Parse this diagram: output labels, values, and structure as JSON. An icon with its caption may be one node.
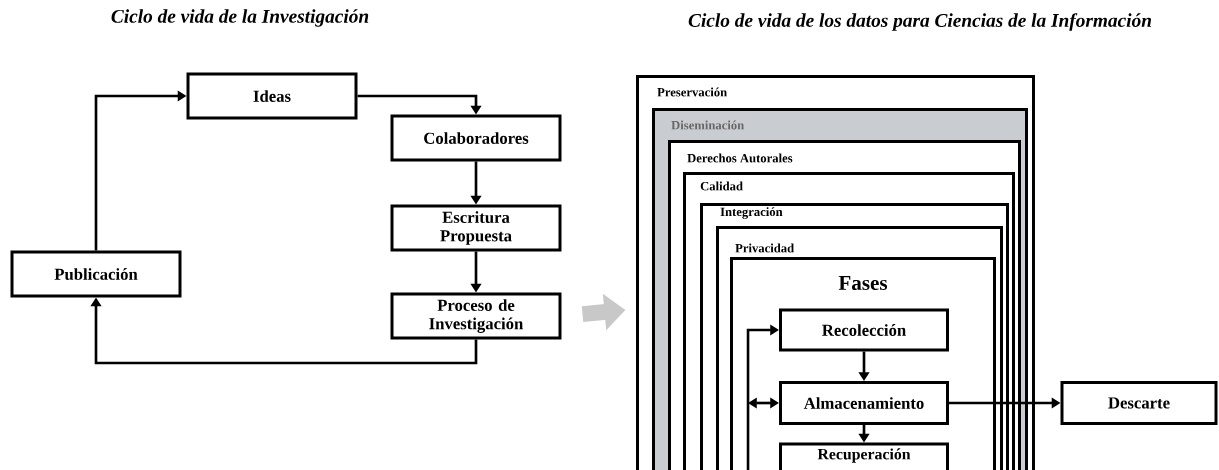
{
  "diagram": {
    "nodes": [
      {
        "text": [
          "Ideas"
        ]
      },
      {
        "text": [
          "Colaboradores"
        ]
      },
      {
        "text": [
          "Escritura Propuesta"
        ]
      },
      {
        "text": [
          "Proceso de Investigación"
        ]
      },
      {
        "text": [
          "Publicación"
        ]
      },
      {
        "text": [
          "Preservación"
        ]
      },
      {
        "text": [
          "Diseminación"
        ],
        "in": 5
      },
      {
        "text": [
          "Derechos Autorales"
        ],
        "in": 6
      },
      {
        "text": [
          "Calidad"
        ],
        "in": 7
      },
      {
        "text": [
          "Integración"
        ],
        "in": 8
      },
      {
        "text": [
          "Privacidad"
        ],
        "in": 9
      },
      {
        "text": [
          "Fases"
        ],
        "in": 10
      },
      {
        "text": [
          "Recolección"
        ],
        "in": 11
      },
      {
        "text": [
          "Almacenamiento"
        ],
        "in": 11
      },
      {
        "text": [
          "Recuperación"
        ],
        "in": 11
      },
      {
        "text": [
          "Descarte"
        ]
      }
    ],
    "edges": [
      {
        "from": 0,
        "to": 1,
        "arrow": "to"
      },
      {
        "from": 1,
        "to": 2,
        "arrow": "to"
      },
      {
        "from": 2,
        "to": 3,
        "arrow": "to"
      },
      {
        "from": 3,
        "to": 4,
        "arrow": "to"
      },
      {
        "from": 4,
        "to": 0,
        "arrow": "to"
      },
      {
        "from": 3,
        "to": 5,
        "arrow": "to",
        "style": "thick",
        "color": "#c8c8c8"
      },
      {
        "from": 12,
        "to": 13,
        "arrow": "to"
      },
      {
        "from": 13,
        "to": 14,
        "arrow": "to"
      },
      {
        "from": 13,
        "to": 15,
        "arrow": "to"
      },
      {
        "from": null,
        "to": 12,
        "arrow": "to"
      },
      {
        "from": null,
        "to": 13,
        "arrow": "both"
      }
    ],
    "labels": [
      "Ciclo de vida de la Investigación",
      "Ciclo de vida de los datos para Ciencias de la Información"
    ]
  }
}
